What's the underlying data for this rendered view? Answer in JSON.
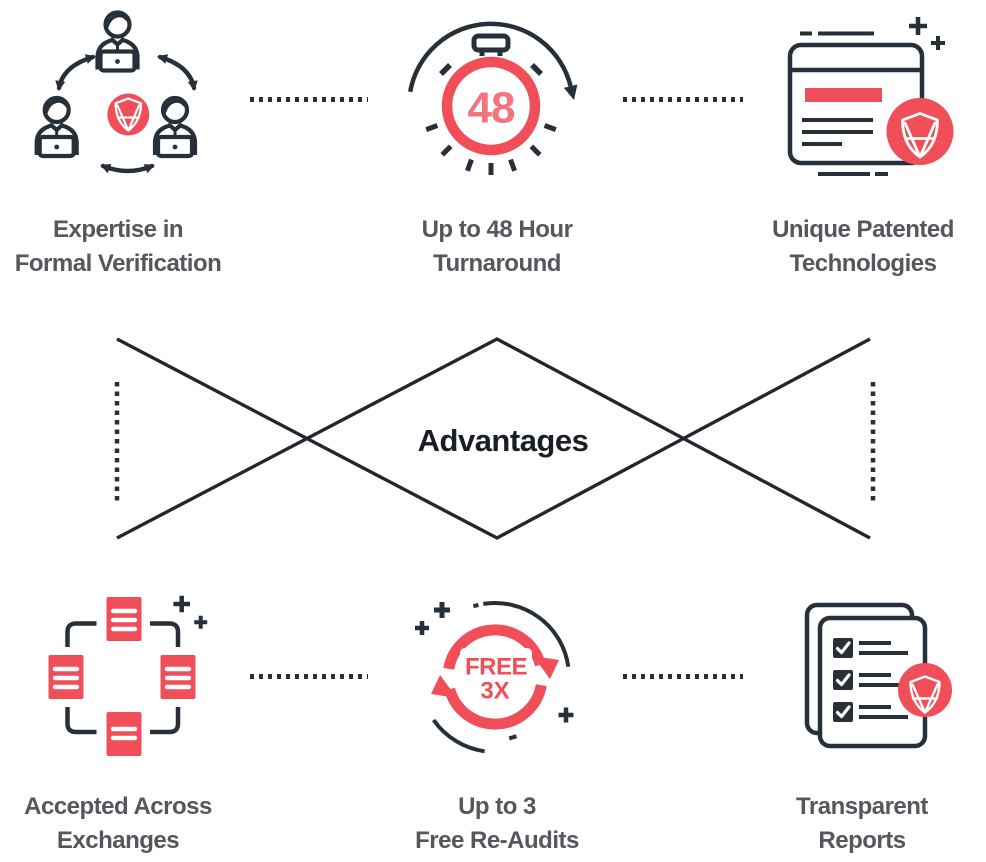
{
  "center": {
    "label": "Advantages"
  },
  "colors": {
    "accent_red": "#F04E59",
    "accent_red_light": "#F5737C",
    "icon_dark": "#273039",
    "line_dark": "#22262E",
    "title_gray": "#56575C",
    "heading_dark": "#1A1E25",
    "background": "#FFFFFF"
  },
  "cards": [
    {
      "title_line1": "Expertise in",
      "title_line2": "Formal Verification",
      "icon": "team-collaboration-shield-icon"
    },
    {
      "title_line1": "Up to 48 Hour",
      "title_line2": "Turnaround",
      "icon": "stopwatch-icon",
      "number": "48"
    },
    {
      "title_line1": "Unique Patented",
      "title_line2": "Technologies",
      "icon": "browser-shield-icon"
    },
    {
      "title_line1": "Accepted Across",
      "title_line2": "Exchanges",
      "icon": "linked-documents-icon"
    },
    {
      "title_line1": "Up to 3",
      "title_line2": "Free Re-Audits",
      "icon": "refresh-cycle-icon",
      "badge_line1": "FREE",
      "badge_line2": "3X"
    },
    {
      "title_line1": "Transparent",
      "title_line2": "Reports",
      "icon": "checklist-pages-shield-icon"
    }
  ]
}
